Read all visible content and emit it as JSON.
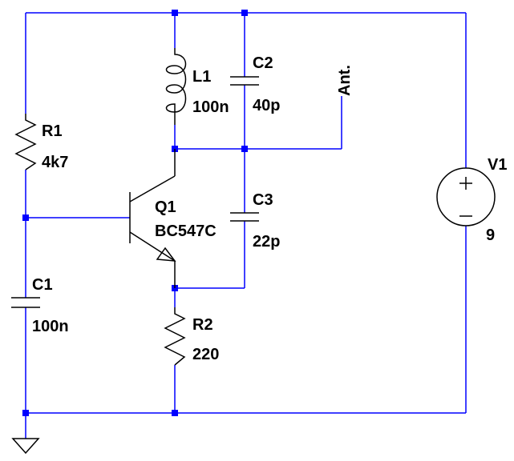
{
  "colors": {
    "wire": "#0000ff",
    "component": "#000000",
    "background": "#ffffff"
  },
  "components": {
    "r1": {
      "ref": "R1",
      "value": "4k7"
    },
    "r2": {
      "ref": "R2",
      "value": "220"
    },
    "c1": {
      "ref": "C1",
      "value": "100n"
    },
    "c2": {
      "ref": "C2",
      "value": "40p"
    },
    "c3": {
      "ref": "C3",
      "value": "22p"
    },
    "l1": {
      "ref": "L1",
      "value": "100n"
    },
    "q1": {
      "ref": "Q1",
      "value": "BC547C"
    },
    "v1": {
      "ref": "V1",
      "value": "9"
    }
  },
  "antenna": {
    "label": "Ant."
  },
  "icons": {
    "ground": "ground-icon",
    "voltage_source": "dc-voltage-source-icon"
  }
}
